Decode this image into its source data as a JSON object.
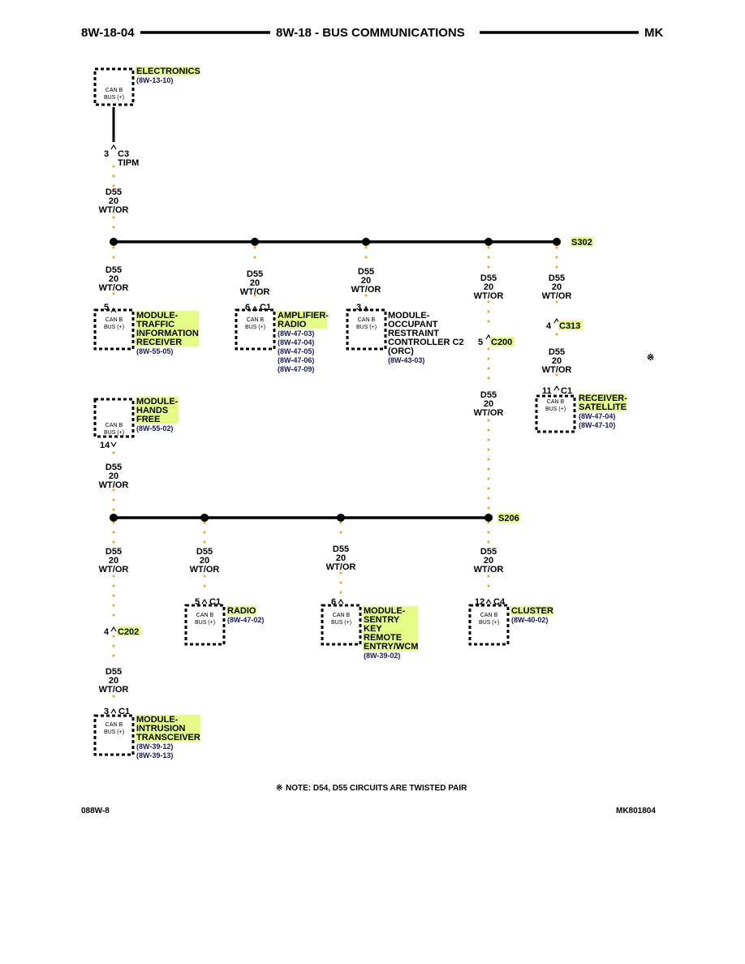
{
  "header": {
    "left": "8W-18-04",
    "center": "8W-18 - BUS COMMUNICATIONS",
    "right": "MK"
  },
  "colors": {
    "highlight": "#e6fb86",
    "wire_dots": "#f7a21b",
    "line": "#000000",
    "ref_text": "#1a1a5e"
  },
  "wire": {
    "code": "D55",
    "gauge": "20",
    "color": "WT/OR"
  },
  "box_text": {
    "line1": "CAN B",
    "line2": "BUS (+)"
  },
  "connectors": {
    "c3_pin": "3",
    "c3_name": "C3",
    "c3_sub": "TIPM",
    "c200_pin": "5",
    "c200_name": "C200",
    "c313_pin": "4",
    "c313_name": "C313",
    "c202_pin": "4",
    "c202_name": "C202"
  },
  "splices": {
    "s302": "S302",
    "s206": "S206"
  },
  "modules": {
    "electronics": {
      "lines": [
        "ELECTRONICS"
      ],
      "refs": [
        "(8W-13-10)"
      ]
    },
    "traffic": {
      "pin": "5",
      "lines": [
        "MODULE-",
        "TRAFFIC",
        "INFORMATION",
        "RECEIVER"
      ],
      "refs": [
        "(8W-55-05)"
      ]
    },
    "amplifier": {
      "pin": "6",
      "conn": "C1",
      "lines": [
        "AMPLIFIER-",
        "RADIO"
      ],
      "refs": [
        "(8W-47-03)",
        "(8W-47-04)",
        "(8W-47-05)",
        "(8W-47-06)",
        "(8W-47-09)"
      ]
    },
    "orc": {
      "pin": "3",
      "lines": [
        "MODULE-",
        "OCCUPANT",
        "RESTRAINT",
        "CONTROLLER C2",
        "(ORC)"
      ],
      "refs": [
        "(8W-43-03)"
      ]
    },
    "satellite": {
      "pin": "11",
      "conn": "C1",
      "lines": [
        "RECEIVER-",
        "SATELLITE"
      ],
      "refs": [
        "(8W-47-04)",
        "(8W-47-10)"
      ]
    },
    "handsfree": {
      "pin": "14",
      "lines": [
        "MODULE-",
        "HANDS",
        "FREE"
      ],
      "refs": [
        "(8W-55-02)"
      ]
    },
    "radio": {
      "pin": "5",
      "conn": "C1",
      "lines": [
        "RADIO"
      ],
      "refs": [
        "(8W-47-02)"
      ]
    },
    "sentry": {
      "pin": "6",
      "lines": [
        "MODULE-",
        "SENTRY",
        "KEY",
        "REMOTE",
        "ENTRY/WCM"
      ],
      "refs": [
        "(8W-39-02)"
      ]
    },
    "cluster": {
      "pin": "12",
      "conn": "C4",
      "lines": [
        "CLUSTER"
      ],
      "refs": [
        "(8W-40-02)"
      ]
    },
    "intrusion": {
      "pin": "3",
      "conn": "C1",
      "lines": [
        "MODULE-",
        "INTRUSION",
        "TRANSCEIVER"
      ],
      "refs": [
        "(8W-39-12)",
        "(8W-39-13)"
      ]
    }
  },
  "note_mark": "※",
  "note": "NOTE: D54, D55 CIRCUITS ARE TWISTED PAIR",
  "footer": {
    "left": "088W-8",
    "right": "MK801804"
  }
}
